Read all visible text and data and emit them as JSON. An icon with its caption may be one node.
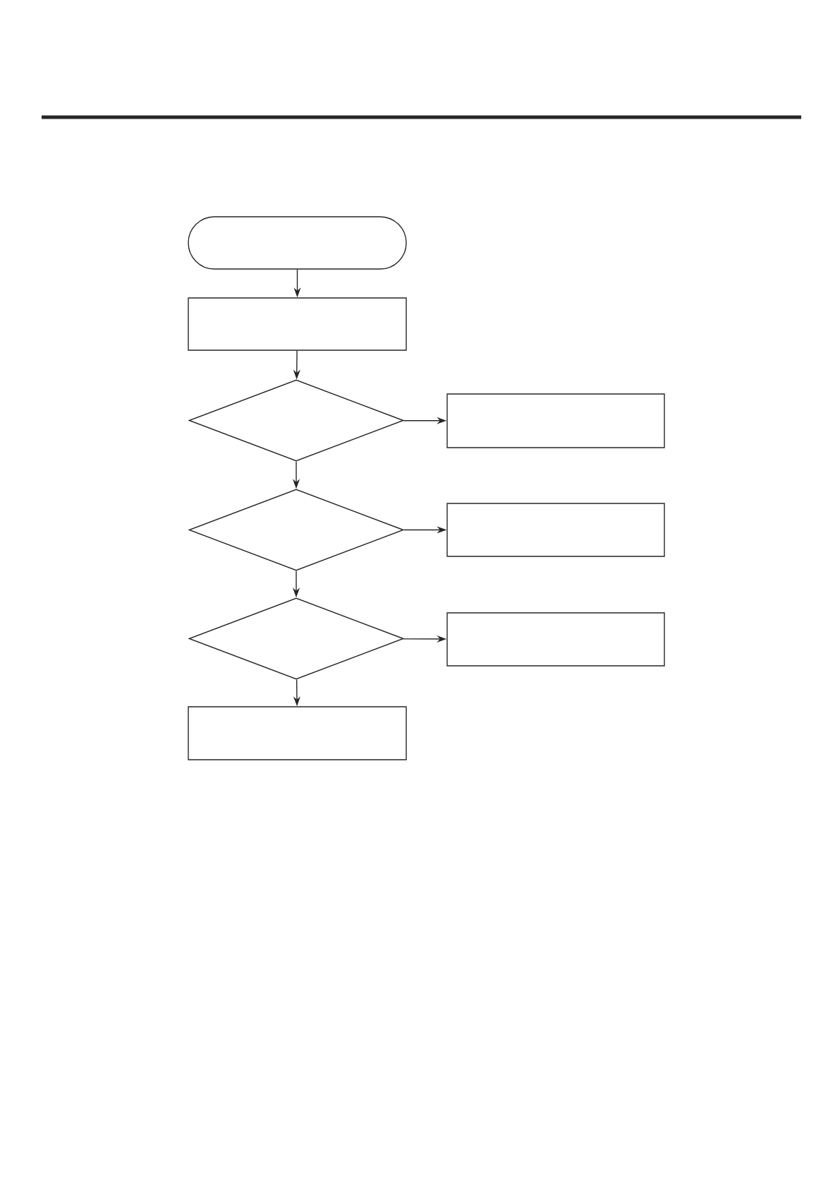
{
  "diagram": {
    "nodes": [
      {
        "text": [],
        "shape": "capsule"
      },
      {
        "text": [],
        "shape": "box"
      },
      {
        "text": [],
        "shape": "diamond"
      },
      {
        "text": [],
        "shape": "box"
      },
      {
        "text": [],
        "shape": "diamond"
      },
      {
        "text": [],
        "shape": "box"
      },
      {
        "text": [],
        "shape": "diamond"
      },
      {
        "text": [],
        "shape": "box"
      },
      {
        "text": [],
        "shape": "box"
      }
    ],
    "edges": [
      {
        "from": 0,
        "to": 1,
        "arrow": "to"
      },
      {
        "from": 1,
        "to": 2,
        "arrow": "to"
      },
      {
        "from": 2,
        "to": 3,
        "arrow": "to"
      },
      {
        "from": 2,
        "to": 4,
        "arrow": "to"
      },
      {
        "from": 4,
        "to": 5,
        "arrow": "to"
      },
      {
        "from": 4,
        "to": 6,
        "arrow": "to"
      },
      {
        "from": 6,
        "to": 7,
        "arrow": "to"
      },
      {
        "from": 6,
        "to": 8,
        "arrow": "to"
      }
    ]
  }
}
